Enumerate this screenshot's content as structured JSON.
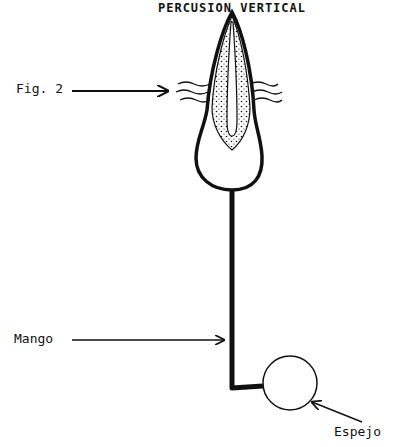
{
  "diagram": {
    "title": "PERCUSION VERTICAL",
    "labels": [
      "Fig. 2",
      "Mango",
      "Espejo"
    ]
  }
}
